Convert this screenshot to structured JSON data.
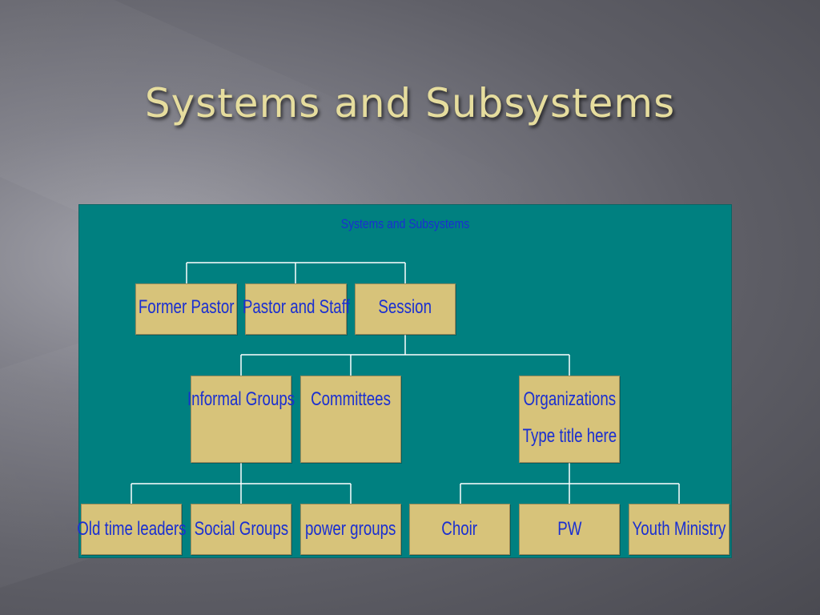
{
  "slide": {
    "title": "Systems and Subsystems"
  },
  "diagram": {
    "title": "Systems and Subsystems",
    "colors": {
      "panel": "#008080",
      "node_fill": "#d7c37a",
      "node_text": "#1a2fd1",
      "connector": "#ffffff",
      "title_text": "#e6dd9e"
    },
    "nodes": {
      "former_pastor": "Former Pastor",
      "pastor_and_staff": "Pastor and Staff",
      "session": "Session",
      "informal_groups": "Informal Groups",
      "committees": "Committees",
      "organizations_line1": "Organizations",
      "organizations_line2": "Type title here",
      "old_time_leaders": "Old time leaders",
      "social_groups": "Social Groups",
      "power_groups": "power groups",
      "choir": "Choir",
      "pw": "PW",
      "youth_ministry": "Youth Ministry"
    }
  }
}
